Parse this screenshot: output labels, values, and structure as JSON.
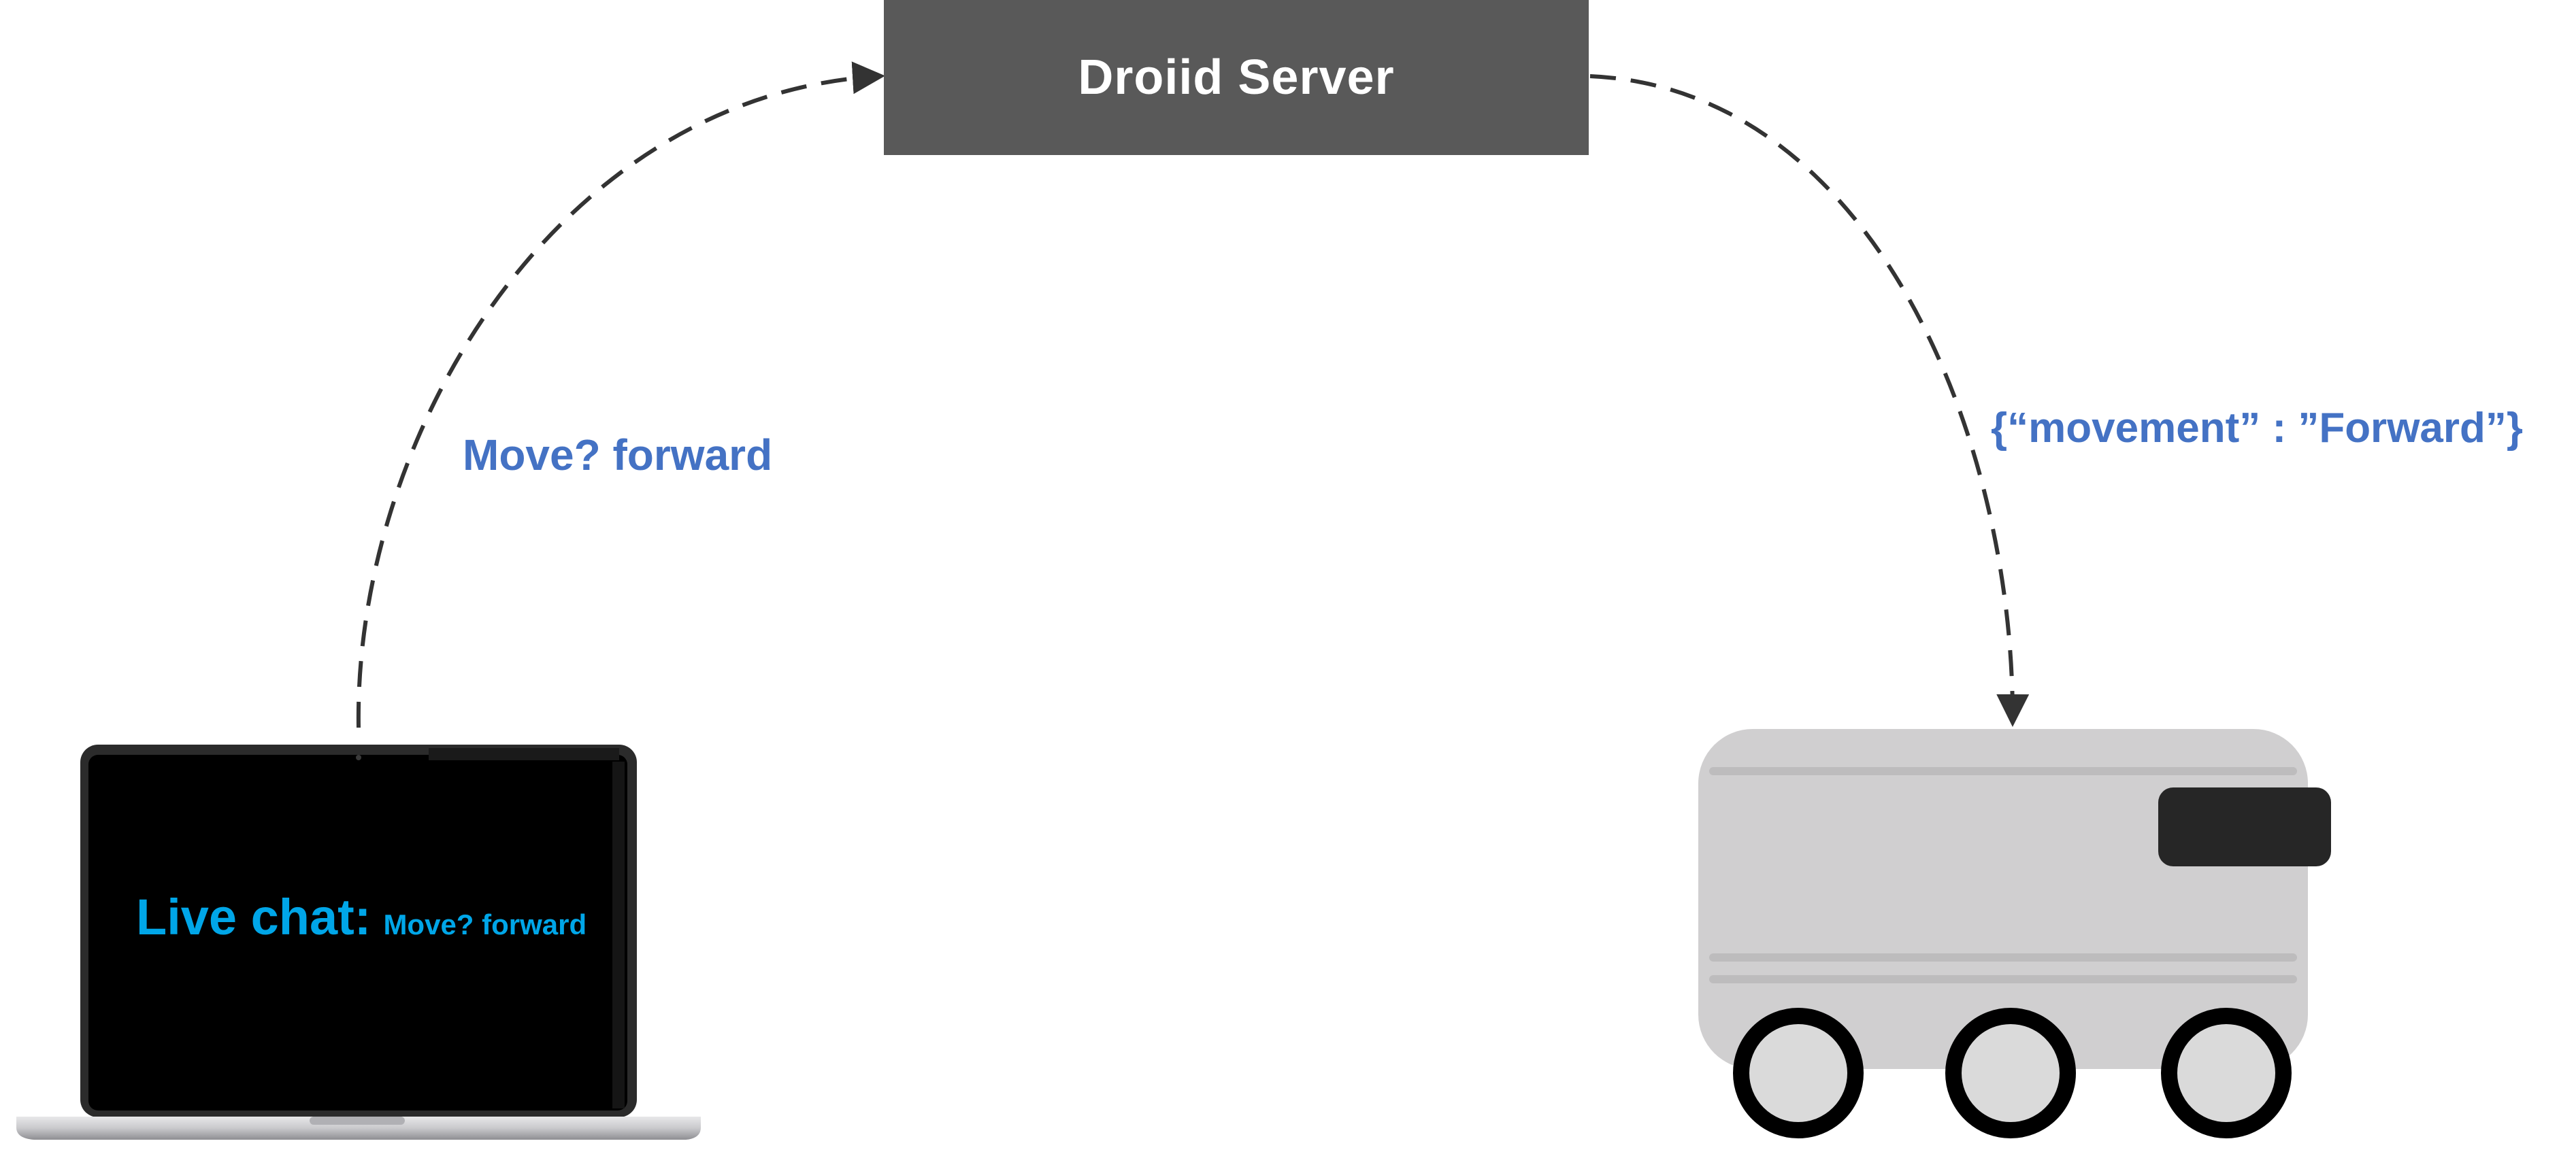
{
  "server": {
    "label": "Droiid Server",
    "color": "#595959"
  },
  "arrows": {
    "left_label": "Move? forward",
    "right_label": "{“movement” : ”Forward”}",
    "label_color": "#4472C4",
    "line_color": "#333333"
  },
  "laptop": {
    "screen_title": "Live chat:",
    "screen_message": "Move? forward",
    "text_color": "#00A6E8"
  },
  "robot": {
    "body_color": "#D0CFD0",
    "sensor_color": "#262626",
    "wheel_count": 3
  },
  "icons": [
    "laptop-icon",
    "robot-icon",
    "arrow-icon"
  ]
}
